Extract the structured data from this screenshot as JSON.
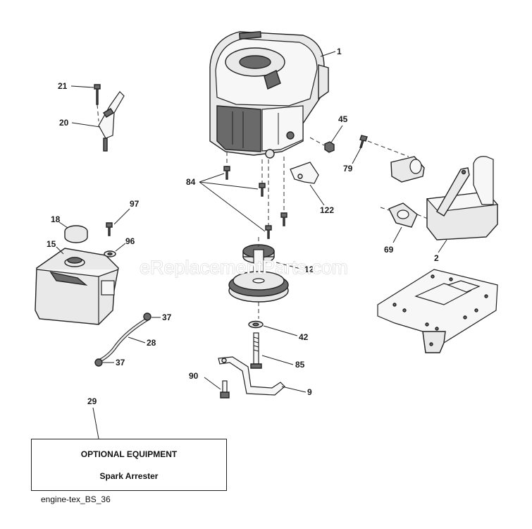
{
  "labels": {
    "n1": "1",
    "n2": "2",
    "n9": "9",
    "n12": "12",
    "n15": "15",
    "n18": "18",
    "n20": "20",
    "n21": "21",
    "n28": "28",
    "n29": "29",
    "n37a": "37",
    "n37b": "37",
    "n42": "42",
    "n45": "45",
    "n69": "69",
    "n79": "79",
    "n84": "84",
    "n85": "85",
    "n90": "90",
    "n96": "96",
    "n97": "97",
    "n122": "122"
  },
  "watermark": "eReplacementParts.com",
  "optional_box": {
    "title": "OPTIONAL EQUIPMENT",
    "item": "Spark Arrester"
  },
  "footer_code": "engine-tex_BS_36"
}
